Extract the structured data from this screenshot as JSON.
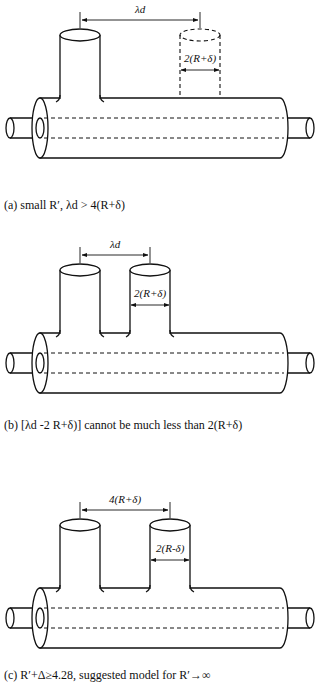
{
  "diagram": {
    "labels": [
      "λd",
      "2(R+δ)",
      "(a) small R′, λd > 4(R+δ)",
      "λd",
      "2(R+δ)",
      "(b) [λd -2 R+δ)] cannot be much less than 2(R+δ)",
      "4(R+δ)",
      "2(R-δ)",
      "(c) R′+Δ≥4.28, suggested model for R′→∞"
    ]
  }
}
